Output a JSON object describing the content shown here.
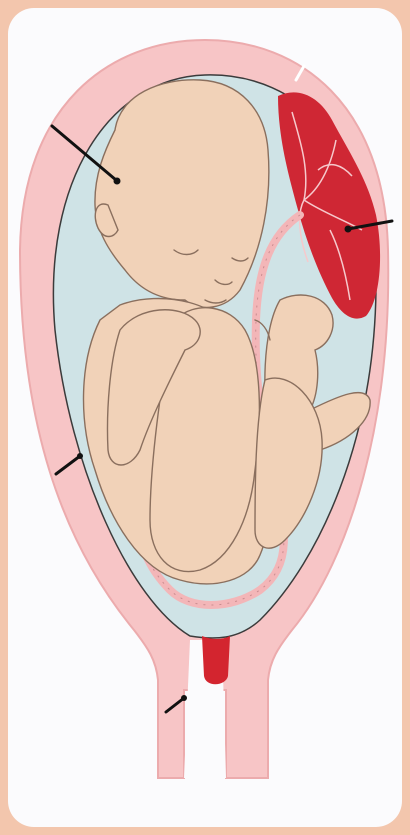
{
  "diagram": {
    "subject": "fetus-in-uterus",
    "colors": {
      "background": "#f3c6ad",
      "card": "#fbfbfd",
      "uterus_wall": "#f7c5c6",
      "uterus_outline": "#e9a9ab",
      "amniotic_fluid": "#cfe3e6",
      "fetus_skin": "#f1d2b8",
      "fetus_outline": "#8a6f5e",
      "placenta": "#cf2734",
      "placenta_vessels": "#f6c9cc",
      "umbilical_cord": "#f3b6b8",
      "cervix_plug": "#d3252f",
      "pointer": "#111111"
    },
    "pointers": [
      {
        "name": "pointer-fetus"
      },
      {
        "name": "pointer-placenta"
      },
      {
        "name": "pointer-uterus-wall"
      },
      {
        "name": "pointer-cervix"
      },
      {
        "name": "pointer-amniotic-sac"
      }
    ]
  }
}
